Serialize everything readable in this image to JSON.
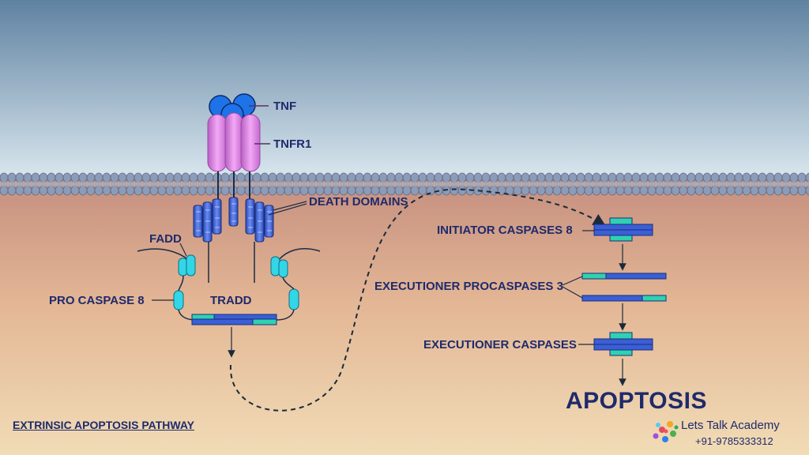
{
  "labels": {
    "tnf": "TNF",
    "tnfr1": "TNFR1",
    "death_domains": "DEATH DOMAINS",
    "fadd": "FADD",
    "pro_caspase_8": "PRO CASPASE 8",
    "tradd": "TRADD",
    "initiator": "INITIATOR CASPASES 8",
    "executioner_procaspases": "EXECUTIONER PROCASPASES 3",
    "executioner_caspases": "EXECUTIONER CASPASES",
    "apoptosis": "APOPTOSIS"
  },
  "footer": {
    "title": "EXTRINSIC APOPTOSIS PATHWAY"
  },
  "brand": {
    "name": "Lets Talk Academy",
    "phone": "+91-9785333312"
  },
  "colors": {
    "text": "#1f2a6b",
    "caspase_blue": "#3a5fd6",
    "caspase_teal": "#2fd2b0",
    "receptor_pink": "#e07fe6",
    "tnf_blue": "#1e73e8",
    "fadd_cyan": "#33d6e6",
    "membrane": "#8c9bb8"
  }
}
